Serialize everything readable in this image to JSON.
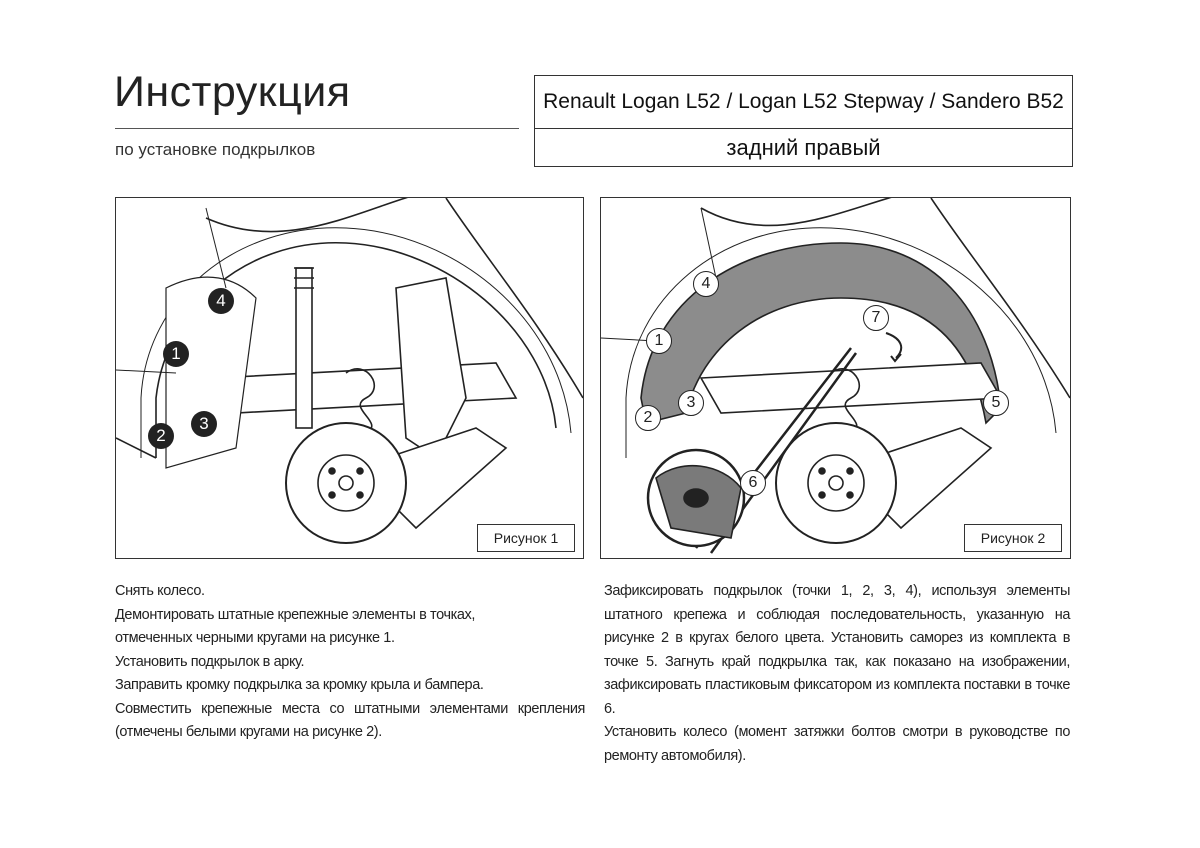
{
  "header": {
    "title": "Инструкция",
    "subtitle": "по установке подкрылков",
    "model": "Renault Logan L52 / Logan L52 Stepway / Sandero B52",
    "position": "задний правый"
  },
  "figures": [
    {
      "label": "Рисунок 1",
      "points": [
        "1",
        "2",
        "3",
        "4"
      ],
      "marker_style": "black"
    },
    {
      "label": "Рисунок 2",
      "points": [
        "1",
        "2",
        "3",
        "4",
        "5",
        "6",
        "7"
      ],
      "marker_style": "white"
    }
  ],
  "instructions_left": [
    "Снять колесо.",
    "Демонтировать штатные крепежные элементы в точках, отмеченных черными кругами на рисунке 1.",
    "Установить подкрылок в арку.",
    "Заправить кромку подкрылка за кромку крыла и бампера.",
    "Совместить крепежные места со штатными элементами крепления (отмечены белыми кругами на рисунке 2)."
  ],
  "instructions_right": [
    "Зафиксировать подкрылок (точки 1, 2, 3, 4), используя элементы штатного крепежа и соблюдая последовательность, указанную на рисунке 2 в кругах белого цвета. Установить саморез из комплекта в точке 5. Загнуть край подкрылка так, как показано на изображении, зафиксировать пластиковым фиксатором из комплекта поставки в точке 6.",
    "Установить колесо (момент затяжки болтов смотри в руководстве по ремонту автомобиля)."
  ]
}
